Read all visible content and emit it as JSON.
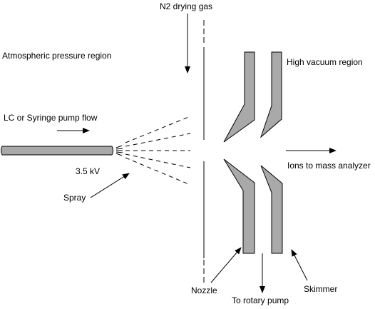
{
  "labels": {
    "drying_gas": "N2 drying gas",
    "atmospheric_region": "Atmospheric pressure region",
    "high_vacuum_region": "High vacuum region",
    "pump_flow": "LC or Syringe pump flow",
    "voltage": "3.5 kV",
    "spray": "Spray",
    "ions_to_analyzer": "Ions to mass analyzer",
    "nozzle": "Nozzle",
    "rotary_pump": "To rotary pump",
    "skimmer": "Skimmer"
  }
}
